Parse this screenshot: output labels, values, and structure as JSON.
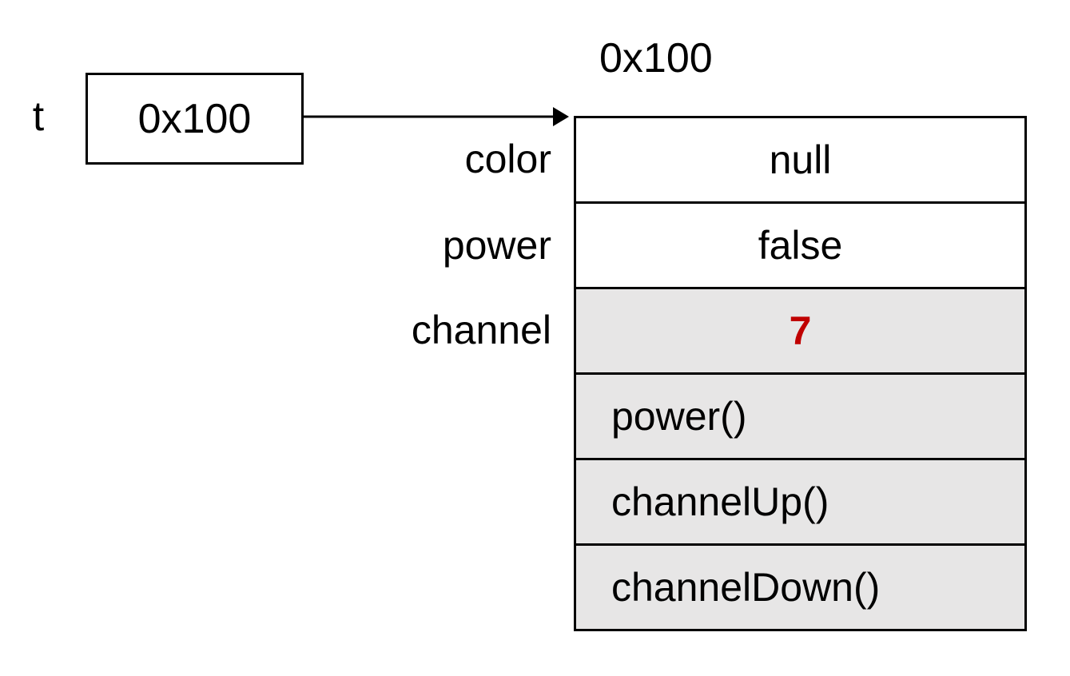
{
  "variable": {
    "name": "t",
    "value": "0x100"
  },
  "object": {
    "address": "0x100",
    "fields": [
      {
        "name": "color",
        "value": "null"
      },
      {
        "name": "power",
        "value": "false"
      },
      {
        "name": "channel",
        "value": "7",
        "highlighted": true
      }
    ],
    "methods": [
      "power()",
      "channelUp()",
      "channelDown()"
    ]
  },
  "colors": {
    "border": "#000000",
    "method_row_bg": "#e7e6e6",
    "highlight_value": "#c00000"
  }
}
